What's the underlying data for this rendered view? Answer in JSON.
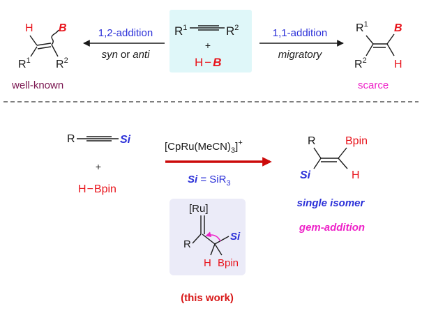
{
  "top": {
    "reagent": {
      "r1": "R",
      "r1_sup": "1",
      "r2": "R",
      "r2_sup": "2",
      "plus": "+",
      "hb_h": "H",
      "hb_b": "B"
    },
    "left_arrow": {
      "label": "1,2-addition",
      "sub_a": "syn",
      "sub_or": "or",
      "sub_b": "anti"
    },
    "right_arrow": {
      "label": "1,1-addition",
      "sub": "migratory"
    },
    "left_product": {
      "h": "H",
      "b": "B",
      "r1": "R",
      "r1_sup": "1",
      "r2": "R",
      "r2_sup": "2",
      "caption": "well-known"
    },
    "right_product": {
      "r1": "R",
      "r1_sup": "1",
      "r2": "R",
      "r2_sup": "2",
      "b": "B",
      "h": "H",
      "caption": "scarce"
    }
  },
  "bottom": {
    "alkyne": {
      "r": "R",
      "si": "Si"
    },
    "plus": "+",
    "hbpin": {
      "h": "H",
      "dash": "−",
      "bpin": "Bpin"
    },
    "catalyst": "[CpRu(MeCN)",
    "catalyst_sub": "3",
    "catalyst_end": "]",
    "catalyst_sup": "+",
    "si_def": {
      "si": "Si",
      "eq": " = SiR",
      "sub": "3"
    },
    "product": {
      "r": "R",
      "bpin": "Bpin",
      "si": "Si",
      "h": "H"
    },
    "result_1": "single isomer",
    "result_2": "gem-addition",
    "intermediate": {
      "ru": "[Ru]",
      "r": "R",
      "si": "Si",
      "h": "H",
      "bpin": "Bpin"
    },
    "caption": "(this work)"
  },
  "colors": {
    "red": "#e8141c",
    "blue": "#2b30d8",
    "magenta": "#ee22c8",
    "maroon": "#7a1650",
    "box": "#dff7f9",
    "box2": "#ebebf8",
    "arrow_red": "#cc0a0a"
  }
}
